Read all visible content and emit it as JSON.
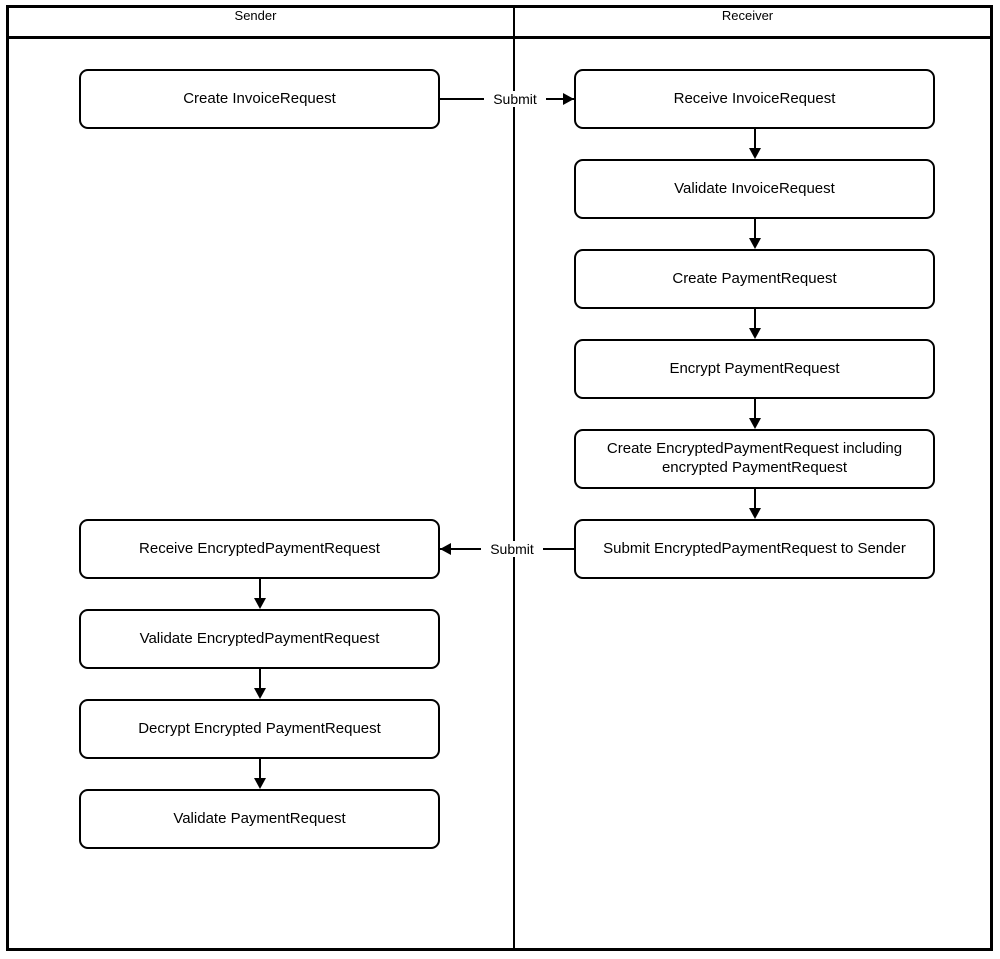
{
  "diagram": {
    "type": "swimlane-flowchart",
    "title": "",
    "lanes": [
      {
        "id": "sender",
        "label": "Sender"
      },
      {
        "id": "receiver",
        "label": "Receiver"
      }
    ],
    "nodes": [
      {
        "id": "n1",
        "lane": "sender",
        "label": "Create InvoiceRequest"
      },
      {
        "id": "n2",
        "lane": "receiver",
        "label": "Receive InvoiceRequest"
      },
      {
        "id": "n3",
        "lane": "receiver",
        "label": "Validate InvoiceRequest"
      },
      {
        "id": "n4",
        "lane": "receiver",
        "label": "Create PaymentRequest"
      },
      {
        "id": "n5",
        "lane": "receiver",
        "label": "Encrypt PaymentRequest"
      },
      {
        "id": "n6",
        "lane": "receiver",
        "label": "Create EncryptedPaymentRequest including encrypted PaymentRequest"
      },
      {
        "id": "n7",
        "lane": "receiver",
        "label": "Submit EncryptedPaymentRequest to Sender"
      },
      {
        "id": "n8",
        "lane": "sender",
        "label": "Receive EncryptedPaymentRequest"
      },
      {
        "id": "n9",
        "lane": "sender",
        "label": "Validate EncryptedPaymentRequest"
      },
      {
        "id": "n10",
        "lane": "sender",
        "label": "Decrypt Encrypted PaymentRequest"
      },
      {
        "id": "n11",
        "lane": "sender",
        "label": "Validate PaymentRequest"
      }
    ],
    "edges": [
      {
        "from": "n1",
        "to": "n2",
        "label": "Submit",
        "direction": "right"
      },
      {
        "from": "n2",
        "to": "n3",
        "label": "",
        "direction": "down"
      },
      {
        "from": "n3",
        "to": "n4",
        "label": "",
        "direction": "down"
      },
      {
        "from": "n4",
        "to": "n5",
        "label": "",
        "direction": "down"
      },
      {
        "from": "n5",
        "to": "n6",
        "label": "",
        "direction": "down"
      },
      {
        "from": "n6",
        "to": "n7",
        "label": "",
        "direction": "down"
      },
      {
        "from": "n7",
        "to": "n8",
        "label": "Submit",
        "direction": "left"
      },
      {
        "from": "n8",
        "to": "n9",
        "label": "",
        "direction": "down"
      },
      {
        "from": "n9",
        "to": "n10",
        "label": "",
        "direction": "down"
      },
      {
        "from": "n10",
        "to": "n11",
        "label": "",
        "direction": "down"
      }
    ],
    "colors": {
      "stroke": "#000000",
      "fill": "#ffffff",
      "text": "#000000"
    }
  }
}
